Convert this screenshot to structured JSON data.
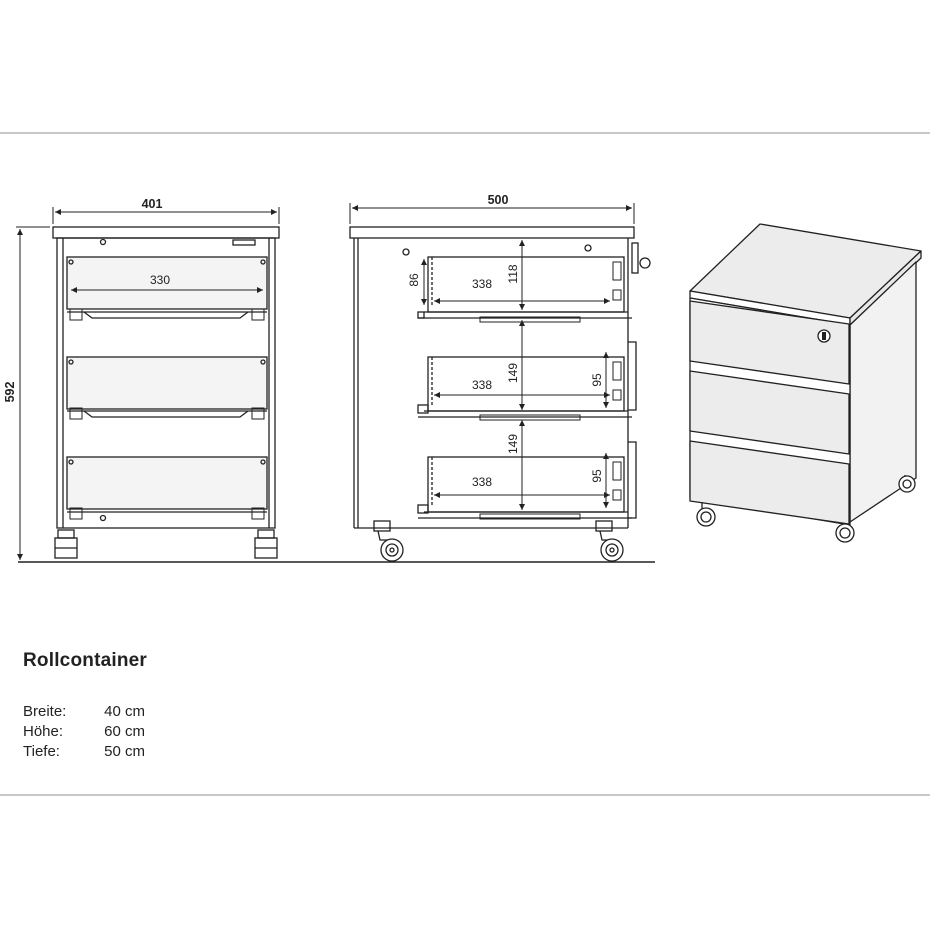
{
  "diagram": {
    "front_view": {
      "width_dim": "401",
      "height_dim": "592",
      "drawer_inner_width": "330"
    },
    "side_view": {
      "depth_dim": "500",
      "drawers": [
        {
          "inner_depth": "338",
          "height_dim": "118",
          "side_height": "86"
        },
        {
          "inner_depth": "338",
          "height_dim": "149",
          "side_height": "95"
        },
        {
          "inner_depth": "338",
          "height_dim": "149",
          "side_height": "95"
        }
      ]
    }
  },
  "product": {
    "title": "Rollcontainer",
    "specs": [
      {
        "label": "Breite:",
        "value": "40 cm"
      },
      {
        "label": "Höhe:",
        "value": "60 cm"
      },
      {
        "label": "Tiefe:",
        "value": "50 cm"
      }
    ]
  },
  "colors": {
    "line": "#222222",
    "rule": "#c8c8c8",
    "fill": "#f4f4f4"
  }
}
